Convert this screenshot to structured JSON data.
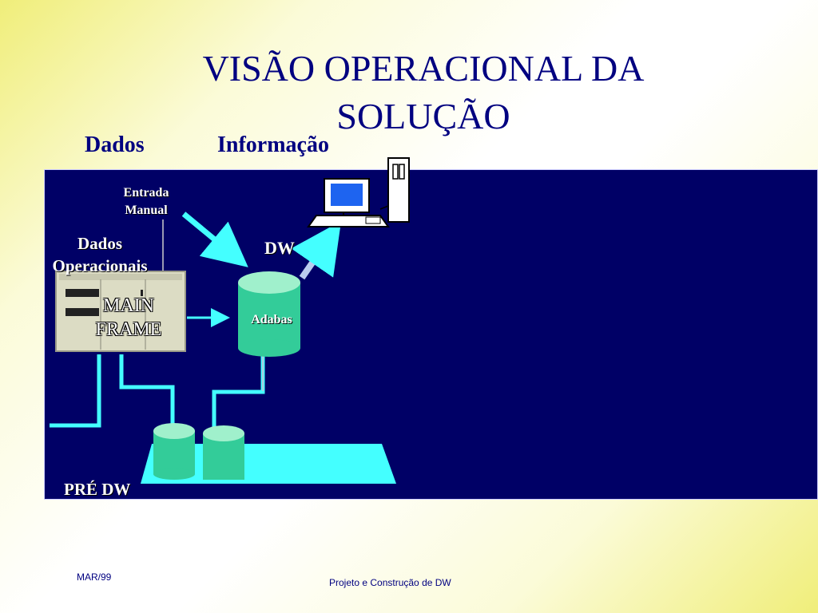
{
  "slide": {
    "title_line1": "VISÃO OPERACIONAL DA",
    "title_line2": "SOLUÇÃO",
    "header_left": "Dados",
    "header_right": "Informação"
  },
  "diagram": {
    "entrada_line1": "Entrada",
    "entrada_line2": "Manual",
    "dados_line1": "Dados",
    "dados_line2": "Operacionais",
    "mainframe_line1": "MAIN",
    "mainframe_line2": "FRAME",
    "dw_label": "DW",
    "adabas_label": "Adabas",
    "pre_dw_label": "PRÉ DW"
  },
  "footer": {
    "date": "MAR/99",
    "project": "Projeto e Construção de DW"
  },
  "icons": [
    "mainframe-icon",
    "workstation-icon",
    "computer-tower-icon",
    "database-cylinder-icon",
    "arrow-icon"
  ],
  "colors": {
    "title": "#000080",
    "panel": "#000066",
    "connector": "#44ffff",
    "database": "#33cc99",
    "background_edge": "#f0ee7a"
  }
}
